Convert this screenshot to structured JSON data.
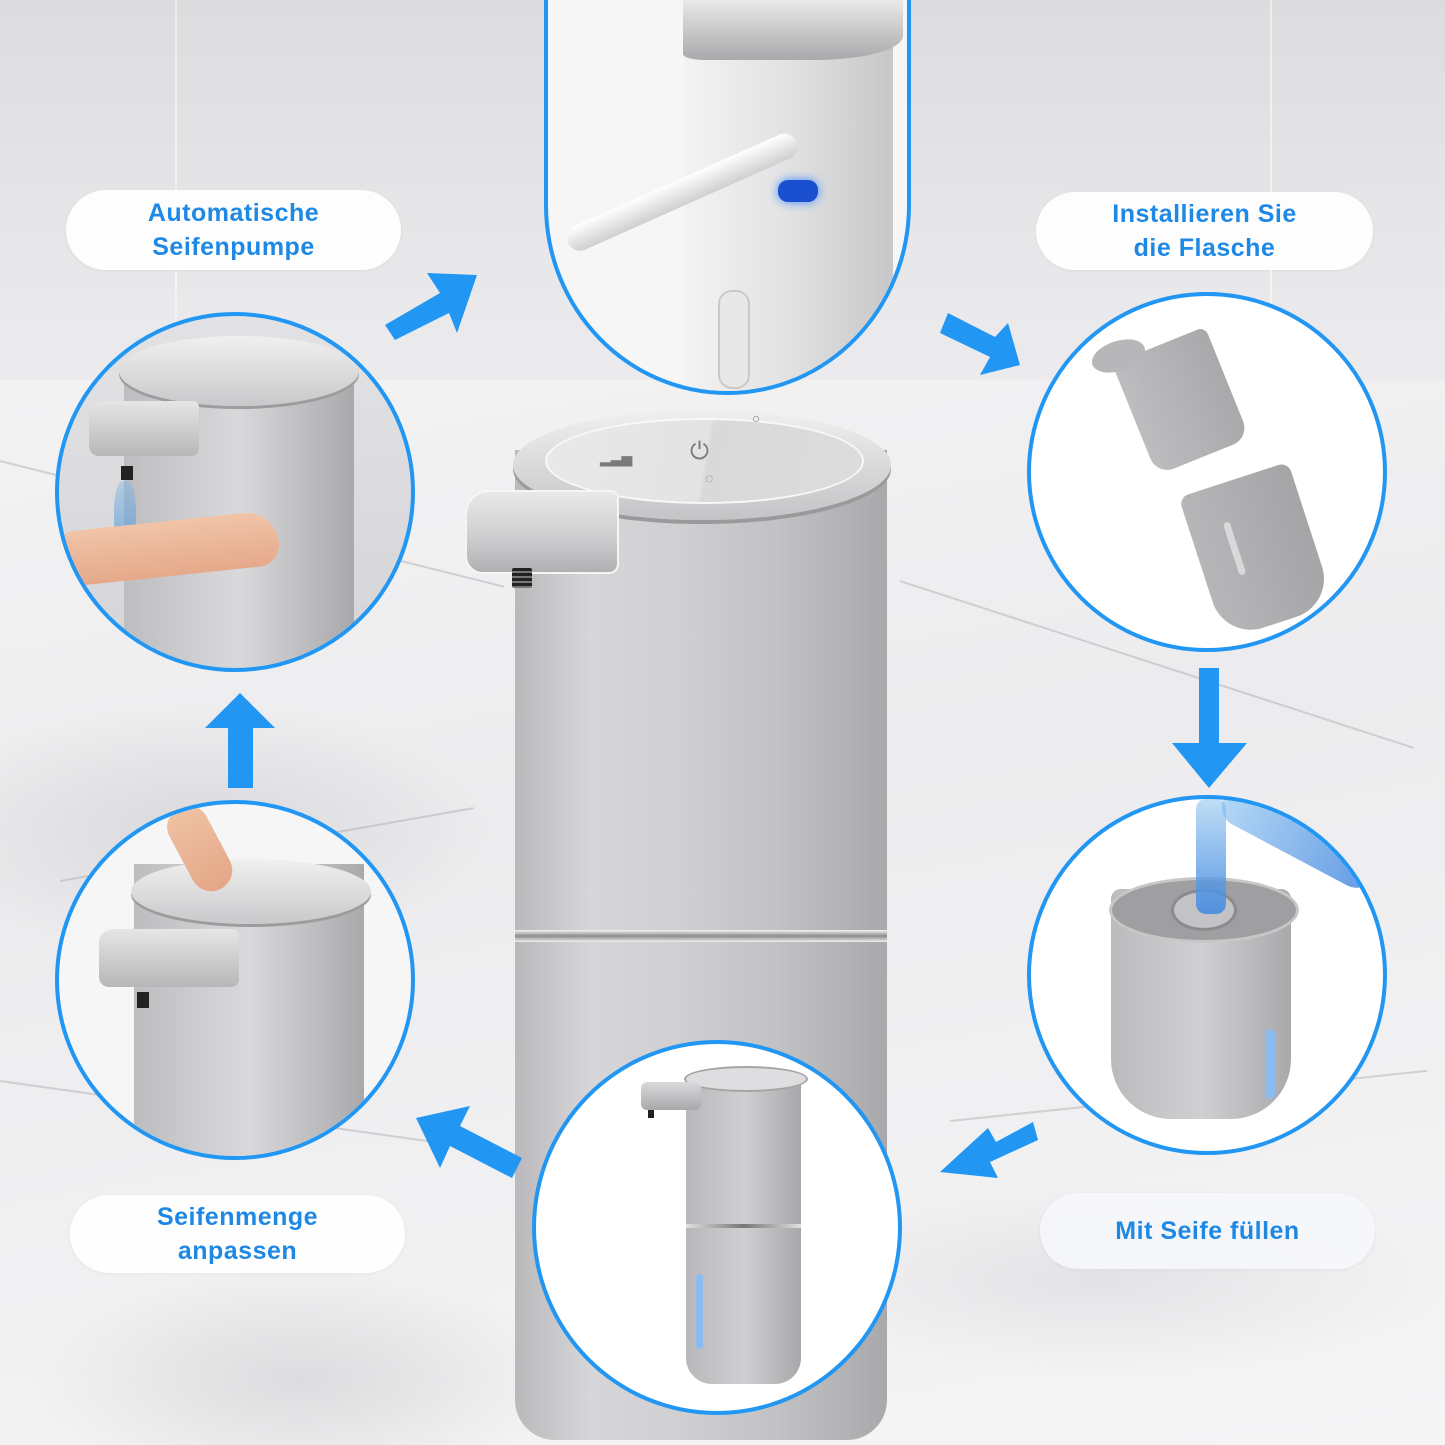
{
  "infographic": {
    "product": "Automatic soap dispenser",
    "accent_color": "#2196f3",
    "label_color": "#1e88e5",
    "steps": [
      {
        "id": "automatic-pump",
        "label_line1": "Automatische",
        "label_line2": "Seifenpumpe"
      },
      {
        "id": "usb-charging"
      },
      {
        "id": "install-bottle",
        "label_line1": "Installieren Sie",
        "label_line2": "die Flasche"
      },
      {
        "id": "fill-soap",
        "label_line1": "Mit Seife füllen"
      },
      {
        "id": "assembled-dispenser"
      },
      {
        "id": "adjust-amount",
        "label_line1": "Seifenmenge",
        "label_line2": "anpassen"
      }
    ],
    "control_panel_icons": [
      "signal-bars-icon",
      "power-icon",
      "foam-icon",
      "indicator-light-icon"
    ]
  }
}
